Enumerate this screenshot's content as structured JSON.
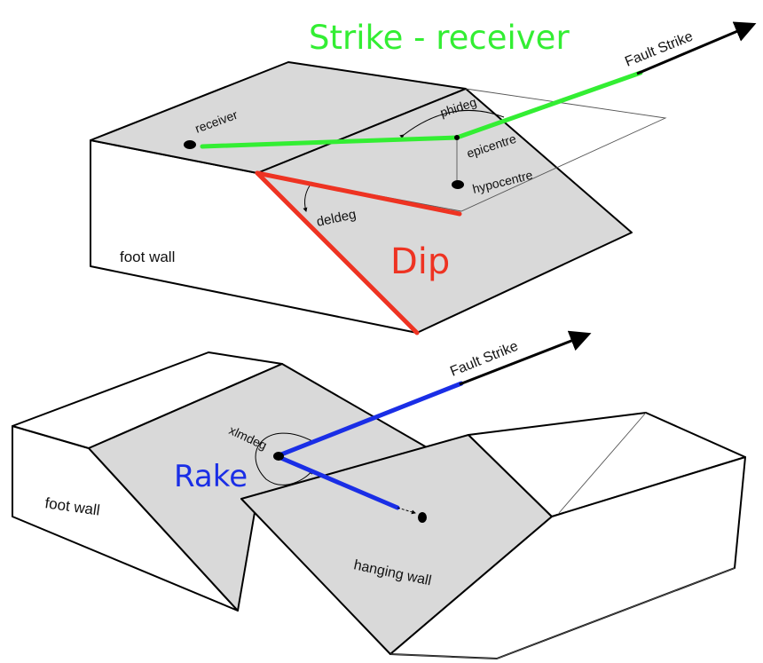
{
  "top_block": {
    "title": "Strike - receiver",
    "fault_strike": "Fault Strike",
    "receiver": "receiver",
    "phideg": "phideg",
    "epicentre": "epicentre",
    "hypocentre": "hypocentre",
    "deldeg": "deldeg",
    "foot_wall": "foot wall",
    "dip": "Dip"
  },
  "bottom_block": {
    "fault_strike": "Fault Strike",
    "xlmdeg": "xlmdeg",
    "rake": "Rake",
    "foot_wall": "foot wall",
    "hanging_wall": "hanging wall"
  },
  "colors": {
    "strike_receiver": "#33ee33",
    "dip": "#ee3322",
    "rake": "#1a2ee6",
    "face_grey": "#d9d9d9",
    "edge": "#000000"
  }
}
